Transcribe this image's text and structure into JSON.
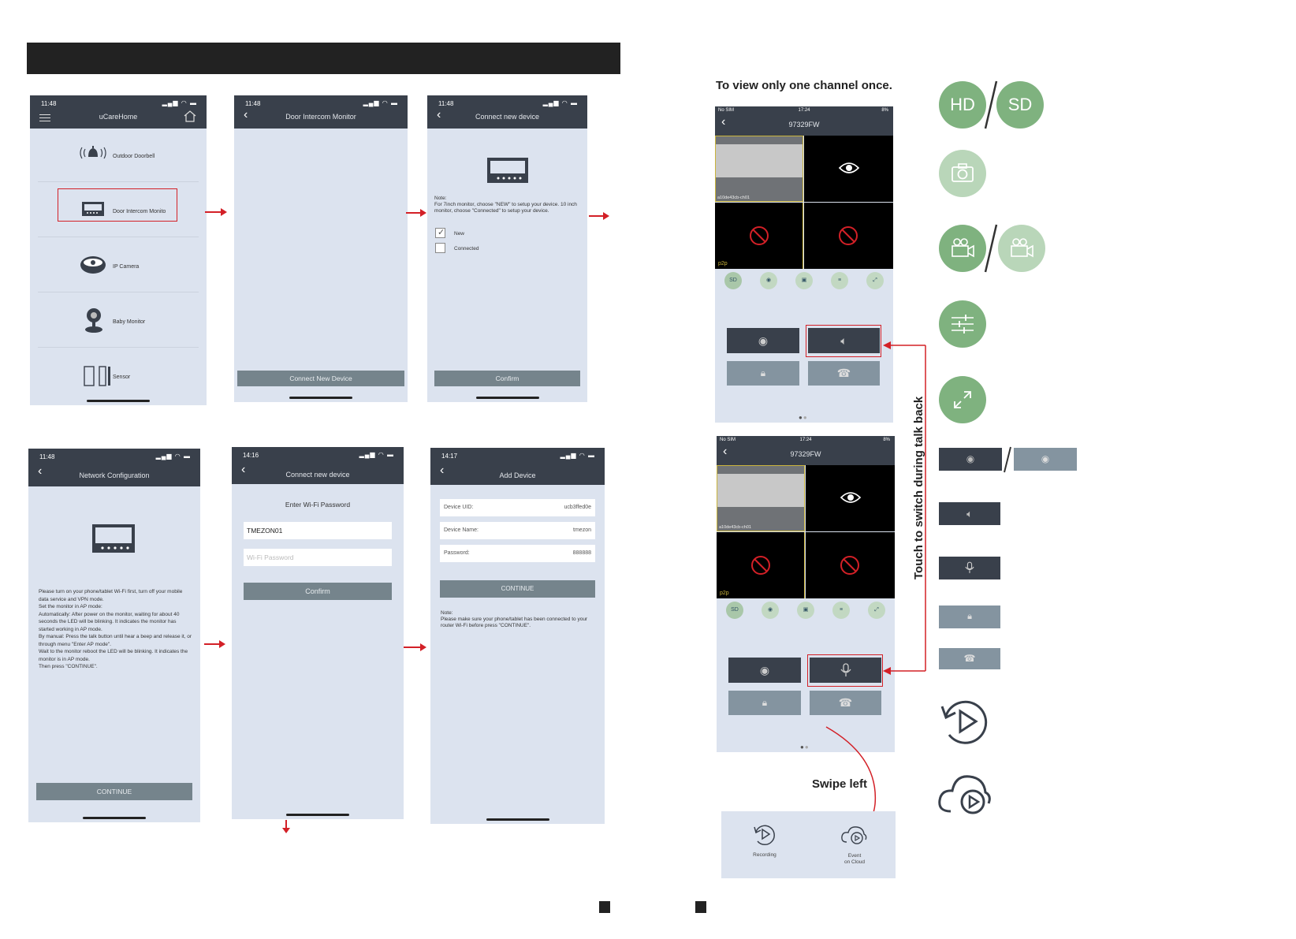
{
  "phone1": {
    "time": "11:48",
    "title": "uCareHome",
    "items": [
      "Outdoor Doorbell",
      "Door Intercom Monito",
      "IP Camera",
      "Baby Monitor",
      "Sensor"
    ]
  },
  "phone2": {
    "time": "11:48",
    "title": "Door Intercom Monitor",
    "button": "Connect New Device"
  },
  "phone3": {
    "time": "11:48",
    "title": "Connect new device",
    "note_title": "Note:",
    "note": "For 7inch monitor, choose \"NEW\" to setup your device. 10 inch monitor, choose \"Connected\" to setup your device.",
    "opt_new": "New",
    "opt_connected": "Connected",
    "button": "Confirm"
  },
  "phone4": {
    "time": "11:48",
    "title": "Network Configuration",
    "instructions": "Please turn on your phone/tablet Wi-Fi first, turn off your mobile data service and VPN mode.\nSet the monitor in AP mode:\nAutomatically: After power on the monitor, waiting for about 40 seconds the LED will be blinking. It indicates the monitor has started working in AP mode.\nBy manual: Press the talk button until hear a beep and release it, or through menu \"Enter AP mode\".\nWait to the monitor reboot the LED will be blinking. It indicates the monitor is in AP mode.\nThen press \"CONTINUE\".",
    "button": "CONTINUE"
  },
  "phone5": {
    "time": "14:16",
    "title": "Connect new device",
    "heading": "Enter Wi-Fi Password",
    "ssid": "TMEZON01",
    "password_placeholder": "Wi-Fi Password",
    "button": "Confirm"
  },
  "phone6": {
    "time": "14:17",
    "title": "Add Device",
    "uid_label": "Device UID:",
    "uid_value": "ucb3ffed0e",
    "name_label": "Device Name:",
    "name_value": "tmezon",
    "pw_label": "Password:",
    "pw_value": "888888",
    "button": "CONTINUE",
    "note_title": "Note:",
    "note": "Please make sure your phone/tablet has been connected to your router Wi-Fi before press \"CONTINUE\"."
  },
  "heading": "To view only one channel once.",
  "live1": {
    "carrier": "No SIM",
    "time": "17:24",
    "battery": "8%",
    "title": "97329FW",
    "cam_label": "a10de43cb-ch01",
    "p2p": "p2p",
    "sd": "SD"
  },
  "live2": {
    "carrier": "No SIM",
    "time": "17:24",
    "battery": "8%",
    "title": "97329FW",
    "cam_label": "a10de43cb-ch01",
    "p2p": "p2p",
    "sd": "SD"
  },
  "vertical_caption": "Touch to switch during talk back",
  "swipe_caption": "Swipe left",
  "playback": {
    "recording": "Recording",
    "event": "Event\non Cloud"
  },
  "legend": {
    "hd": "HD",
    "sd": "SD",
    "slash": "/"
  },
  "colors": {
    "accent_red": "#d32027",
    "status_bar": "#39404b",
    "green": "#7fb27f"
  }
}
